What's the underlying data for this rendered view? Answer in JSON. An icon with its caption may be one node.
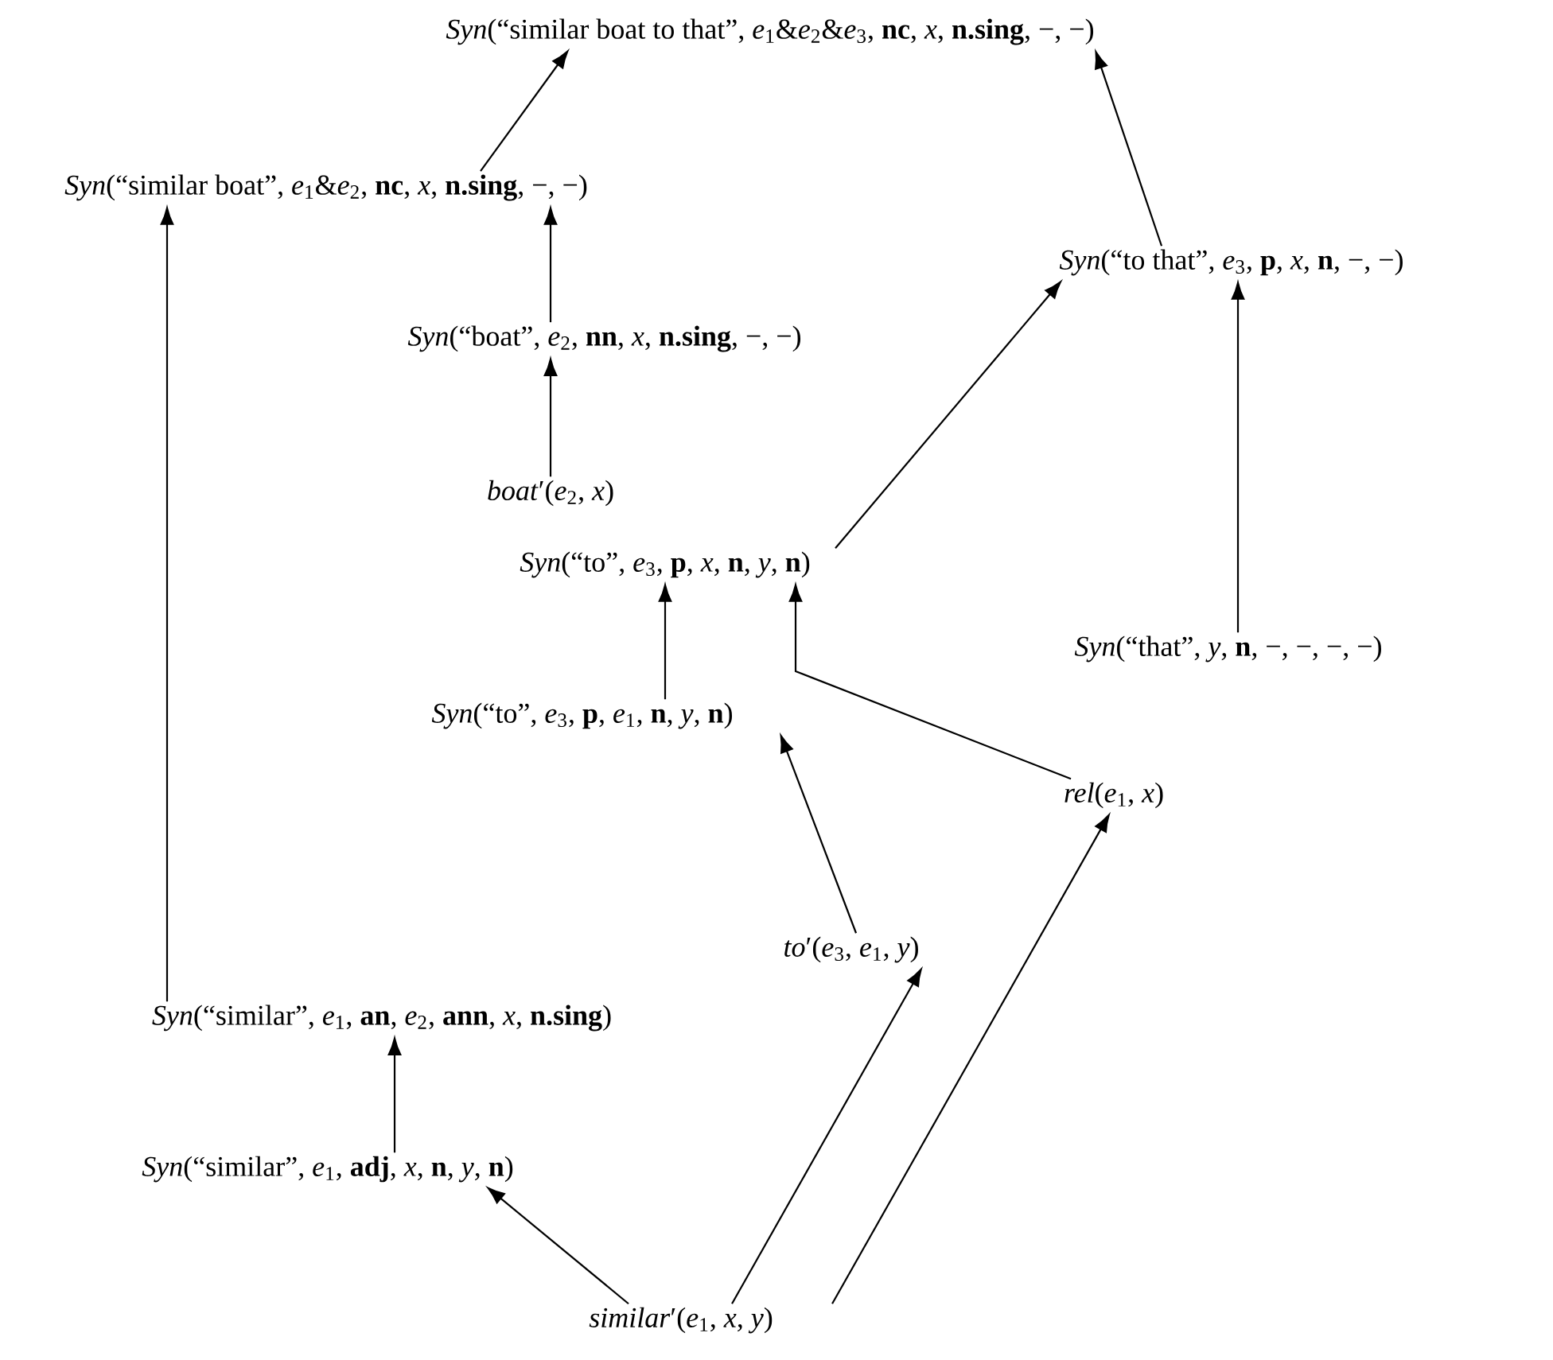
{
  "diagram": {
    "nodes": [
      {
        "text": [
          "*Syn*(“similar boat to that”, *e*$_{1}$&*e*$_{2}$&*e*$_{3}$, **nc**, *x*, **n.sing**, −, −)"
        ]
      },
      {
        "text": [
          "*Syn*(“similar boat”, *e*$_{1}$&*e*$_{2}$, **nc**, *x*, **n.sing**, −, −)"
        ]
      },
      {
        "text": [
          "*Syn*(“to that”, *e*$_{3}$, **p**, *x*, **n**, −, −)"
        ]
      },
      {
        "text": [
          "*Syn*(“boat”, *e*$_{2}$, **nn**, *x*, **n.sing**, −, −)"
        ]
      },
      {
        "text": [
          "*boat*′(*e*$_{2}$, *x*)"
        ]
      },
      {
        "text": [
          "*Syn*(“to”, *e*$_{3}$, **p**, *x*, **n**, *y*, **n**)"
        ]
      },
      {
        "text": [
          "*Syn*(“that”, *y*, **n**, −, −, −, −)"
        ]
      },
      {
        "text": [
          "*Syn*(“to”, *e*$_{3}$, **p**, *e*$_{1}$, **n**, *y*, **n**)"
        ]
      },
      {
        "text": [
          "*rel*(*e*$_{1}$, *x*)"
        ]
      },
      {
        "text": [
          "*to*′(*e*$_{3}$, *e*$_{1}$, *y*)"
        ]
      },
      {
        "text": [
          "*Syn*(“similar”, *e*$_{1}$, **an**, *e*$_{2}$, **ann**, *x*, **n.sing**)"
        ]
      },
      {
        "text": [
          "*Syn*(“similar”, *e*$_{1}$, **adj**, *x*, **n**, *y*, **n**)"
        ]
      },
      {
        "text": [
          "*similar*′(*e*$_{1}$, *x*, *y*)"
        ]
      }
    ],
    "edges": [
      {
        "from": 1,
        "to": 0,
        "arrow": "to"
      },
      {
        "from": 2,
        "to": 0,
        "arrow": "to"
      },
      {
        "from": 3,
        "to": 1,
        "arrow": "to"
      },
      {
        "from": 4,
        "to": 3,
        "arrow": "to"
      },
      {
        "from": 5,
        "to": 2,
        "arrow": "to"
      },
      {
        "from": 6,
        "to": 2,
        "arrow": "to"
      },
      {
        "from": 7,
        "to": 5,
        "arrow": "to"
      },
      {
        "from": 8,
        "to": 5,
        "arrow": "to"
      },
      {
        "from": 9,
        "to": 7,
        "arrow": "to"
      },
      {
        "from": 10,
        "to": 1,
        "arrow": "to"
      },
      {
        "from": 11,
        "to": 10,
        "arrow": "to"
      },
      {
        "from": 12,
        "to": 11,
        "arrow": "to"
      },
      {
        "from": 12,
        "to": 9,
        "arrow": "to"
      },
      {
        "from": 12,
        "to": 8,
        "arrow": "to"
      }
    ]
  }
}
